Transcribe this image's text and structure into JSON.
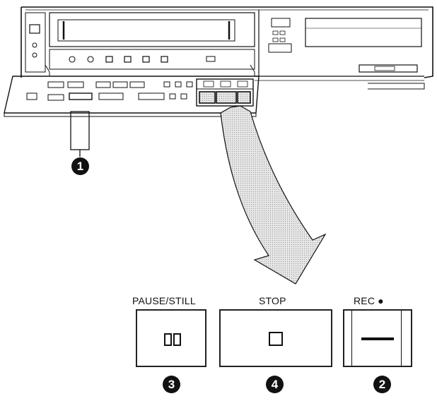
{
  "labels": {
    "pause_still": "PAUSE/STILL",
    "stop": "STOP",
    "rec": "REC ●"
  },
  "callouts": {
    "n1": "1",
    "n2": "2",
    "n3": "3",
    "n4": "4"
  },
  "colors": {
    "ink": "#111111",
    "arrow_fill": "#d4d4d4"
  }
}
